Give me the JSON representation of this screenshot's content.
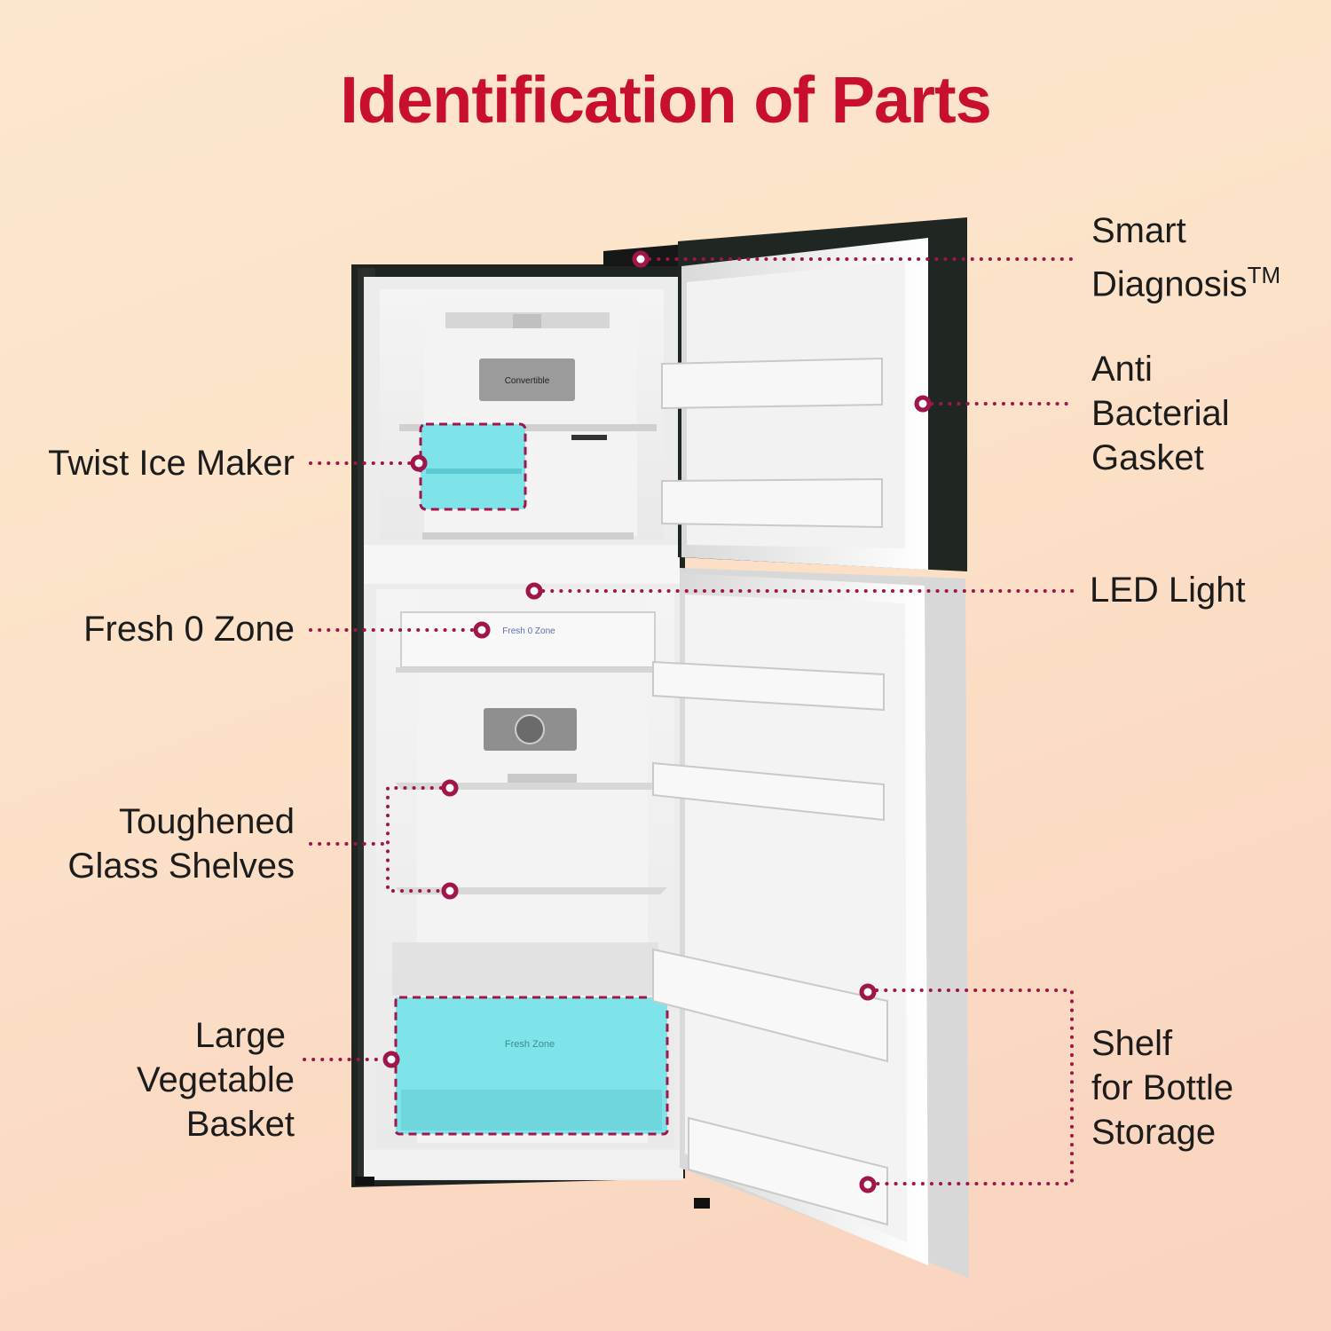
{
  "title": "Identification of Parts",
  "parts": {
    "smart_diagnosis": {
      "line1": "Smart",
      "line2": "Diagnosis",
      "mark": "TM"
    },
    "gasket": {
      "line1": "Anti",
      "line2": "Bacterial",
      "line3": "Gasket"
    },
    "led_light": "LED Light",
    "bottle_shelf": {
      "line1": "Shelf",
      "line2": "for Bottle",
      "line3": "Storage"
    },
    "ice_maker": "Twist Ice Maker",
    "fresh_zone": "Fresh 0 Zone",
    "glass_shelves": {
      "line1": "Toughened",
      "line2": "Glass Shelves"
    },
    "veg_basket": {
      "line1": "Large",
      "line2": "Vegetable",
      "line3": "Basket"
    }
  },
  "fridge_text": {
    "convertible": "Convertible",
    "fresh0": "Fresh 0 Zone",
    "freshzone": "Fresh Zone"
  },
  "colors": {
    "title": "#c8102e",
    "callout": "#a0164a",
    "highlight": "#7ee4ea"
  }
}
